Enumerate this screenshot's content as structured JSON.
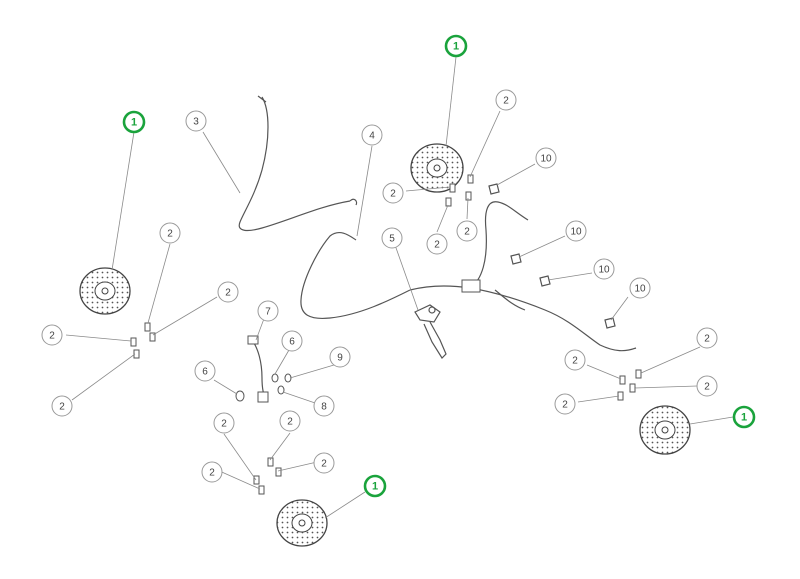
{
  "diagram": {
    "callouts": [
      {
        "label": "1",
        "highlight": true
      },
      {
        "label": "1",
        "highlight": true
      },
      {
        "label": "1",
        "highlight": true
      },
      {
        "label": "1",
        "highlight": true
      },
      {
        "label": "2",
        "highlight": false
      },
      {
        "label": "2",
        "highlight": false
      },
      {
        "label": "2",
        "highlight": false
      },
      {
        "label": "2",
        "highlight": false
      },
      {
        "label": "2",
        "highlight": false
      },
      {
        "label": "2",
        "highlight": false
      },
      {
        "label": "2",
        "highlight": false
      },
      {
        "label": "2",
        "highlight": false
      },
      {
        "label": "2",
        "highlight": false
      },
      {
        "label": "2",
        "highlight": false
      },
      {
        "label": "2",
        "highlight": false
      },
      {
        "label": "2",
        "highlight": false
      },
      {
        "label": "2",
        "highlight": false
      },
      {
        "label": "2",
        "highlight": false
      },
      {
        "label": "2",
        "highlight": false
      },
      {
        "label": "2",
        "highlight": false
      },
      {
        "label": "3",
        "highlight": false
      },
      {
        "label": "4",
        "highlight": false
      },
      {
        "label": "5",
        "highlight": false
      },
      {
        "label": "6",
        "highlight": false
      },
      {
        "label": "6",
        "highlight": false
      },
      {
        "label": "7",
        "highlight": false
      },
      {
        "label": "8",
        "highlight": false
      },
      {
        "label": "9",
        "highlight": false
      },
      {
        "label": "10",
        "highlight": false
      },
      {
        "label": "10",
        "highlight": false
      },
      {
        "label": "10",
        "highlight": false
      },
      {
        "label": "10",
        "highlight": false
      }
    ],
    "colors": {
      "highlight": "#1aa33c",
      "line": "#555555",
      "circle": "#9a9a9a"
    }
  }
}
